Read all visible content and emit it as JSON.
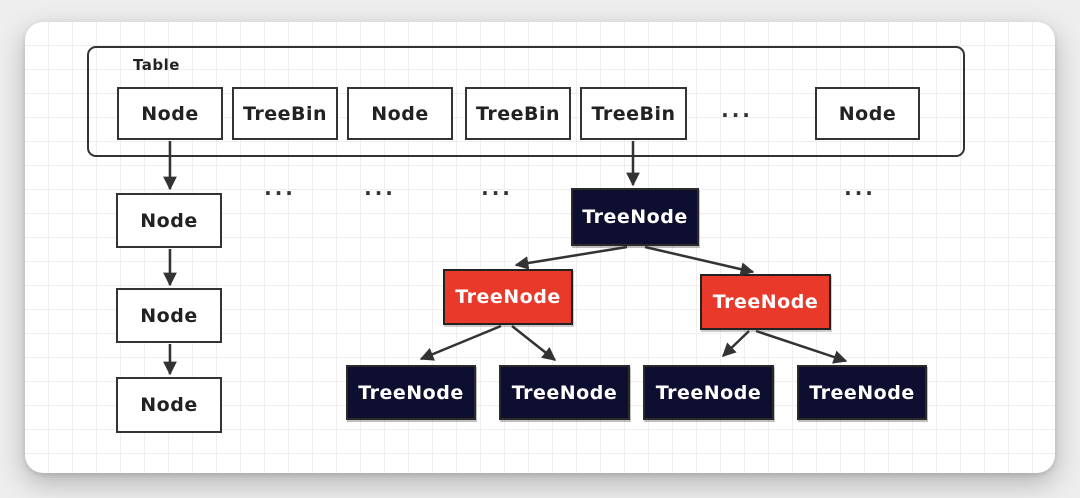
{
  "diagram": {
    "table": {
      "label": "Table",
      "cells": [
        "Node",
        "TreeBin",
        "Node",
        "TreeBin",
        "TreeBin",
        "...",
        "Node"
      ]
    },
    "chain": [
      "Node",
      "Node",
      "Node"
    ],
    "ellipses": [
      "...",
      "...",
      "...",
      "..."
    ],
    "tree": {
      "root": "TreeNode",
      "level2": [
        "TreeNode",
        "TreeNode"
      ],
      "leaves": [
        "TreeNode",
        "TreeNode",
        "TreeNode",
        "TreeNode"
      ]
    },
    "colors": {
      "node_fill": "#ffffff",
      "treenode_dark": "#0e0e30",
      "treenode_red": "#e9392b",
      "border": "#333333",
      "arrow": "#333333",
      "text_dark": "#222222",
      "text_light": "#ffffff"
    }
  }
}
